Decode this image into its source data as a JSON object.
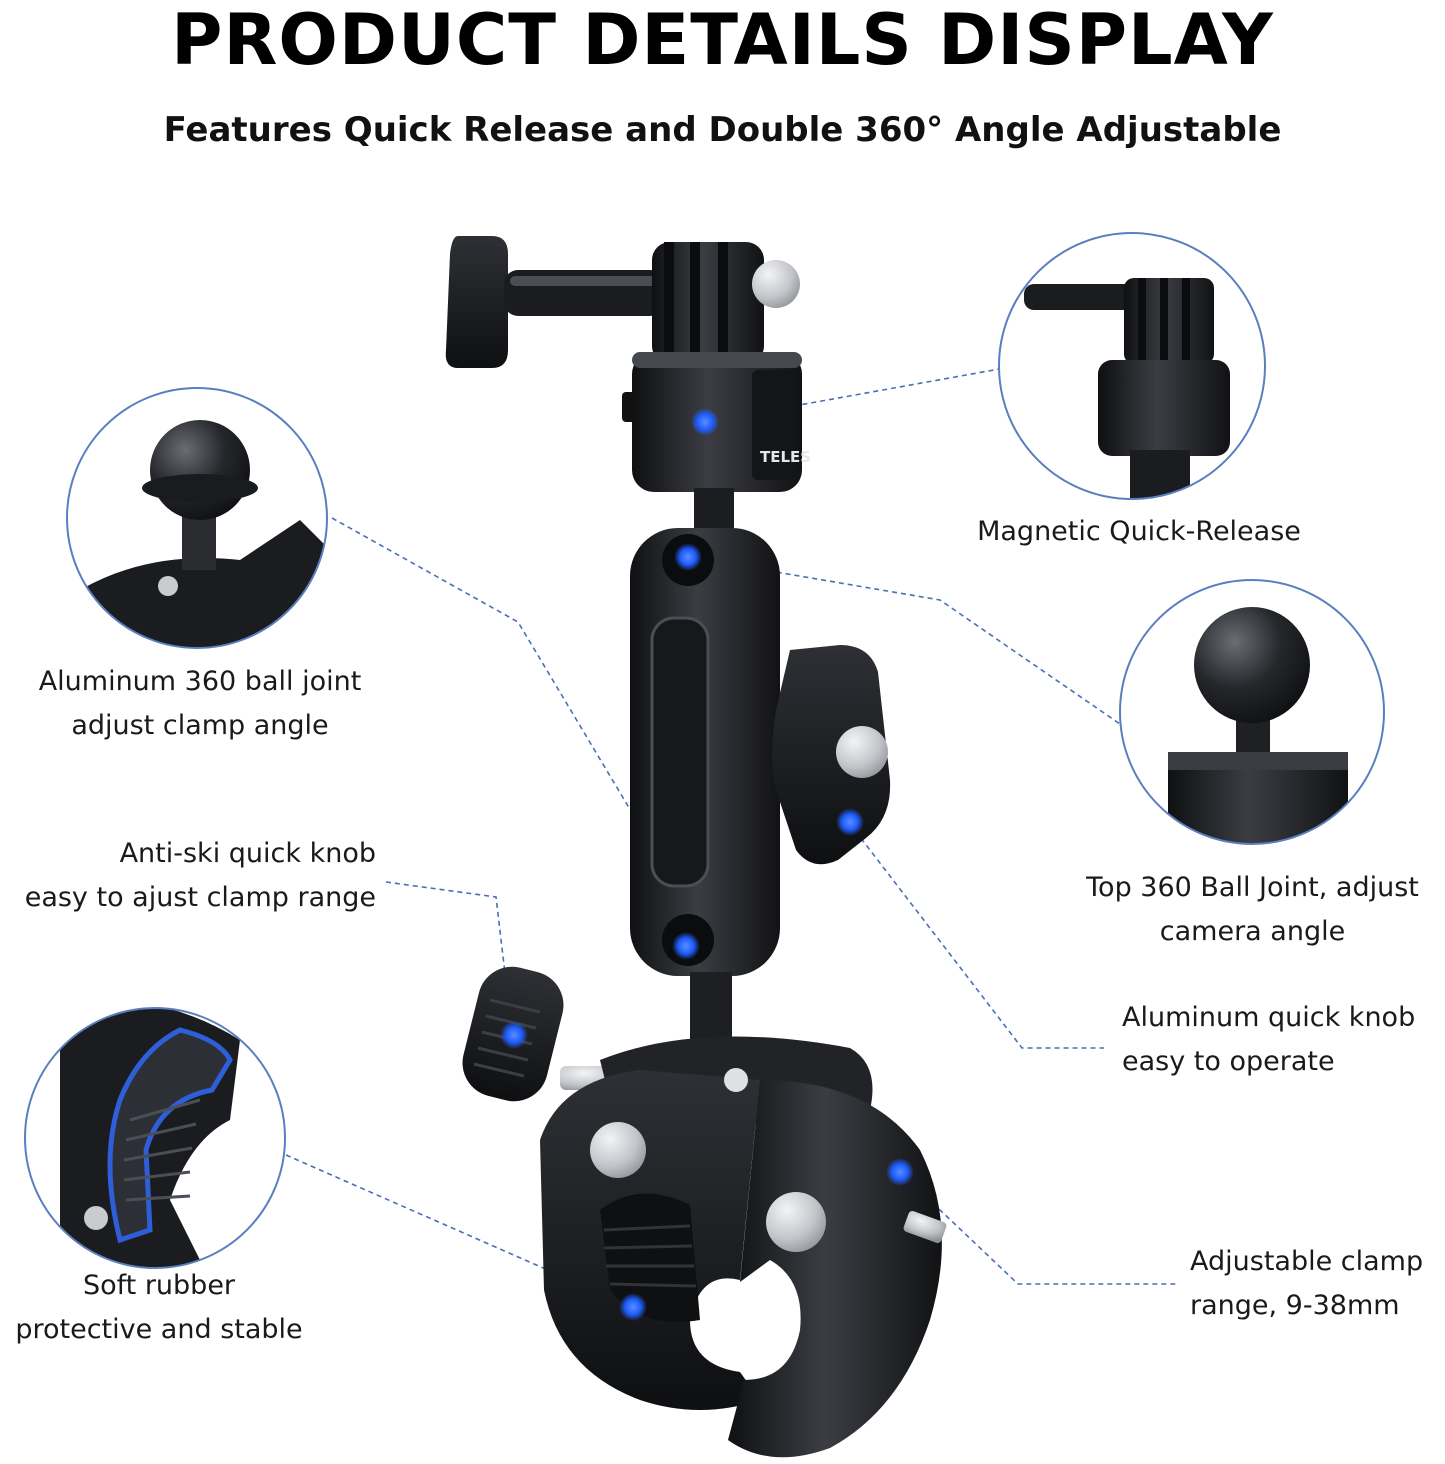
{
  "header": {
    "title": "PRODUCT DETAILS DISPLAY",
    "subtitle": "Features Quick Release and Double 360° Angle Adjustable"
  },
  "product": {
    "brand_mark": "TELES"
  },
  "callouts": {
    "magnetic": {
      "line1": "Magnetic Quick-Release"
    },
    "ball_joint_clamp": {
      "line1": "Aluminum 360 ball joint",
      "line2": "adjust clamp angle"
    },
    "top_ball_joint": {
      "line1": "Top 360 Ball Joint, adjust",
      "line2": "camera angle"
    },
    "anti_ski_knob": {
      "line1": "Anti-ski quick knob",
      "line2": "easy to ajust clamp range"
    },
    "quick_knob": {
      "line1": "Aluminum quick knob",
      "line2": "easy to operate"
    },
    "soft_rubber": {
      "line1": "Soft rubber",
      "line2": "protective and stable"
    },
    "clamp_range": {
      "line1": "Adjustable clamp",
      "line2": "range, 9-38mm"
    }
  },
  "colors": {
    "callout_line": "#4a6fb5",
    "dot": "#1f5eff",
    "circle_border": "#5a7fbf",
    "metal_dark": "#1c1d20",
    "metal_mid": "#3a3c42",
    "silver": "#c9cbcf"
  }
}
